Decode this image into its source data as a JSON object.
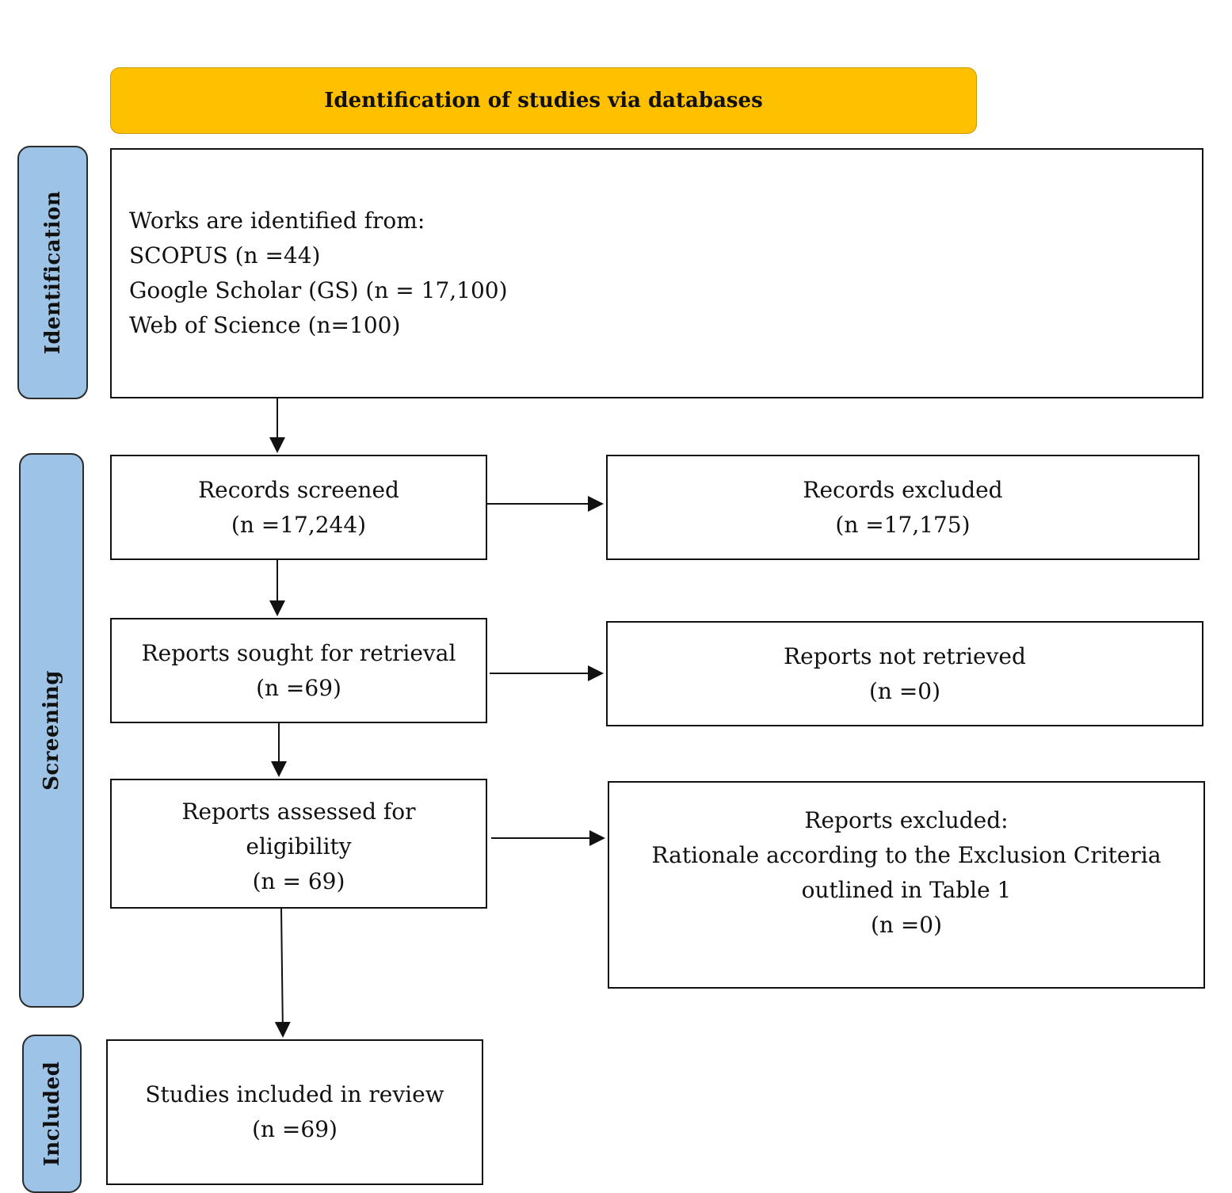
{
  "header": {
    "title": "Identification of studies via databases"
  },
  "phases": {
    "identification": "Identification",
    "screening": "Screening",
    "included": "Included"
  },
  "identification_box": {
    "heading": "Works are identified from:",
    "sources": [
      "SCOPUS (n =44)",
      "Google Scholar (GS) (n = 17,100)",
      "Web of Science (n=100)"
    ]
  },
  "records_screened": {
    "label": "Records screened",
    "count": "(n =17,244)"
  },
  "records_excluded": {
    "label": "Records excluded",
    "count": "(n =17,175)"
  },
  "reports_sought": {
    "label": "Reports sought for retrieval",
    "count": "(n =69)"
  },
  "reports_not_retrieved": {
    "label": "Reports not retrieved",
    "count": "(n =0)"
  },
  "reports_assessed": {
    "line1": "Reports assessed for",
    "line2": "eligibility",
    "count": "(n = 69)"
  },
  "reports_excluded": {
    "line1": "Reports excluded:",
    "line2": "Rationale according to the Exclusion Criteria",
    "line3": "outlined in Table 1",
    "count": "(n =0)"
  },
  "studies_included": {
    "label": "Studies included in review",
    "count": "(n =69)"
  },
  "colors": {
    "header_fill": "#FFC000",
    "phase_fill": "#9DC3E6",
    "box_border": "#111111"
  }
}
